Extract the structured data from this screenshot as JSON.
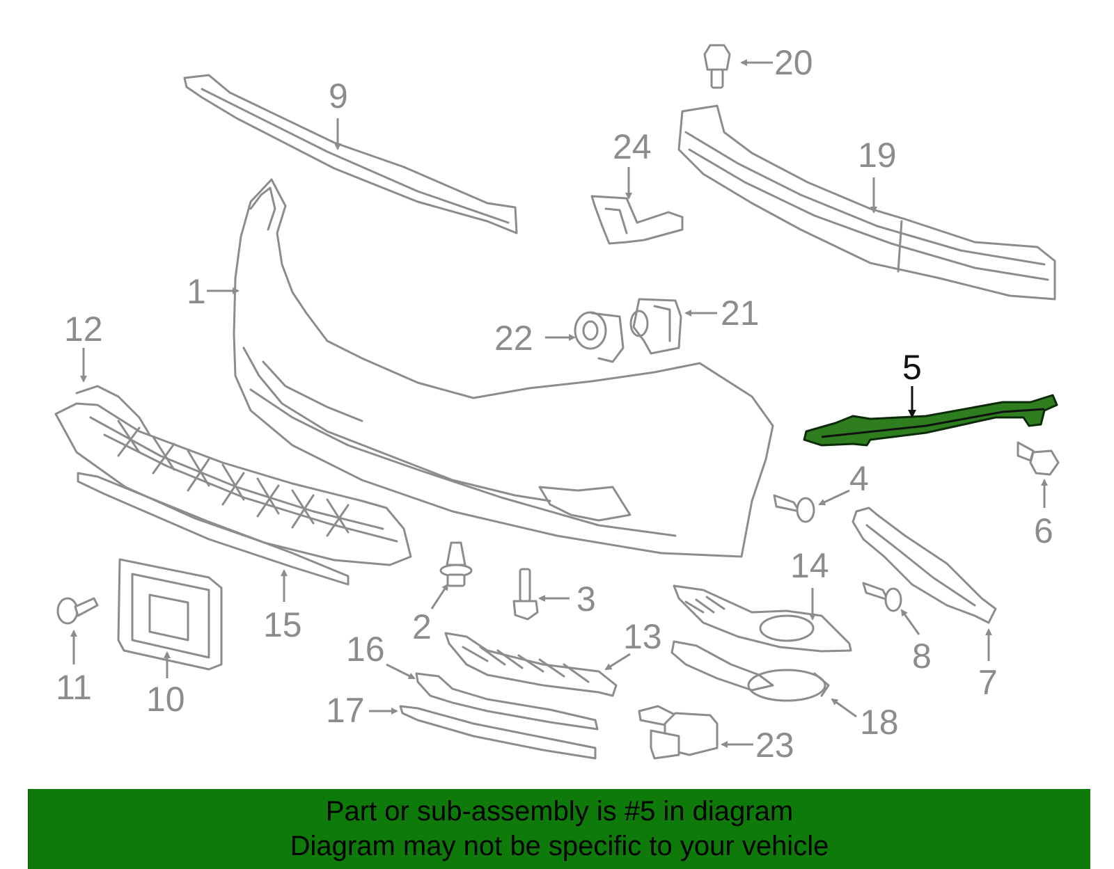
{
  "labels": {
    "p1": "1",
    "p2": "2",
    "p3": "3",
    "p4": "4",
    "p5": "5",
    "p6": "6",
    "p7": "7",
    "p8": "8",
    "p9": "9",
    "p10": "10",
    "p11": "11",
    "p12": "12",
    "p13": "13",
    "p14": "14",
    "p15": "15",
    "p16": "16",
    "p17": "17",
    "p18": "18",
    "p19": "19",
    "p20": "20",
    "p21": "21",
    "p22": "22",
    "p23": "23",
    "p24": "24"
  },
  "highlight": {
    "part": "5",
    "color": "#2e7d1e"
  },
  "banner": {
    "line1": "Part or sub-assembly is #5 in diagram",
    "line2": "Diagram may not be specific to your vehicle",
    "background": "#0e7a0a"
  }
}
